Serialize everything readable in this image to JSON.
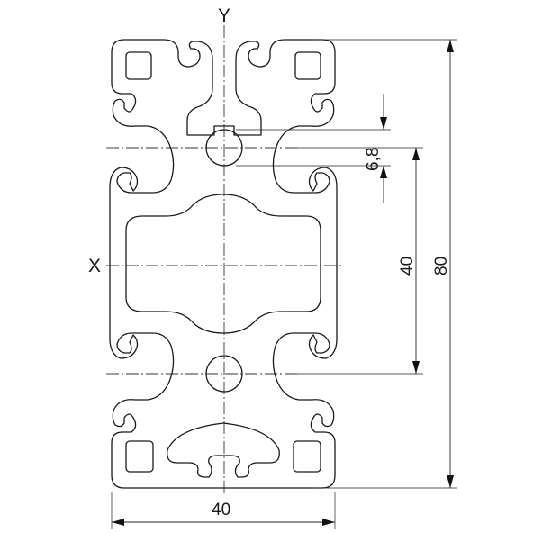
{
  "axes": {
    "y_label": "Y",
    "x_label": "X"
  },
  "dimensions": {
    "width": "40",
    "height": "80",
    "hole_spacing": "40",
    "hole_diameter": "6,8"
  },
  "colors": {
    "line": "#1a1a1a",
    "background": "#ffffff"
  }
}
